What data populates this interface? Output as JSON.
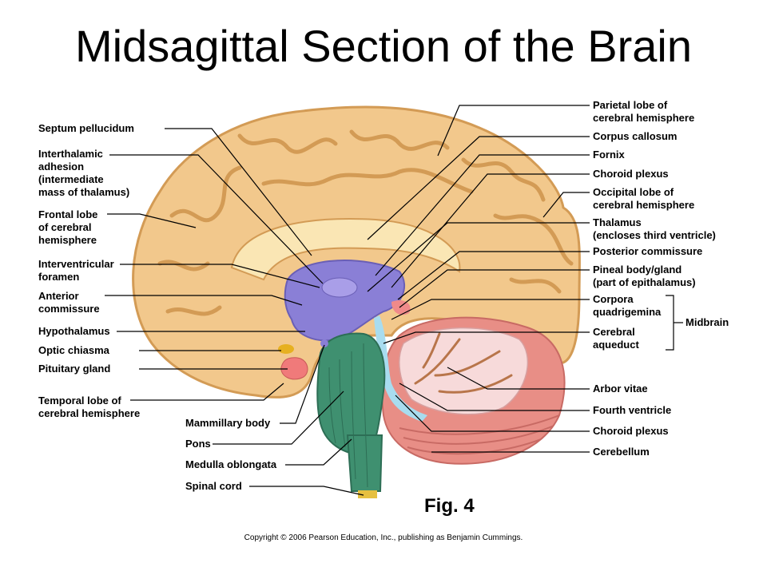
{
  "title": "Midsagittal Section of the Brain",
  "labels_left": [
    {
      "id": "septum",
      "lines": [
        "Septum pellucidum"
      ]
    },
    {
      "id": "interthalamic",
      "lines": [
        "Interthalamic",
        "adhesion",
        "(intermediate",
        "mass of thalamus)"
      ]
    },
    {
      "id": "frontal",
      "lines": [
        "Frontal lobe",
        "of cerebral",
        "hemisphere"
      ]
    },
    {
      "id": "interventricular",
      "lines": [
        "Interventricular",
        "foramen"
      ]
    },
    {
      "id": "anterior-commissure",
      "lines": [
        "Anterior",
        "commissure"
      ]
    },
    {
      "id": "hypothalamus",
      "lines": [
        "Hypothalamus"
      ]
    },
    {
      "id": "optic-chiasma",
      "lines": [
        "Optic chiasma"
      ]
    },
    {
      "id": "pituitary",
      "lines": [
        "Pituitary gland"
      ]
    },
    {
      "id": "temporal",
      "lines": [
        "Temporal lobe of",
        "cerebral hemisphere"
      ]
    },
    {
      "id": "mammillary",
      "lines": [
        "Mammillary body"
      ]
    },
    {
      "id": "pons",
      "lines": [
        "Pons"
      ]
    },
    {
      "id": "medulla",
      "lines": [
        "Medulla oblongata"
      ]
    },
    {
      "id": "spinal-cord",
      "lines": [
        "Spinal cord"
      ]
    }
  ],
  "labels_right": [
    {
      "id": "parietal",
      "lines": [
        "Parietal lobe of",
        "cerebral hemisphere"
      ]
    },
    {
      "id": "corpus-callosum",
      "lines": [
        "Corpus callosum"
      ]
    },
    {
      "id": "fornix",
      "lines": [
        "Fornix"
      ]
    },
    {
      "id": "choroid-plexus-upper",
      "lines": [
        "Choroid plexus"
      ]
    },
    {
      "id": "occipital",
      "lines": [
        "Occipital lobe of",
        "cerebral hemisphere"
      ]
    },
    {
      "id": "thalamus",
      "lines": [
        "Thalamus",
        "(encloses third ventricle)"
      ]
    },
    {
      "id": "posterior-commissure",
      "lines": [
        "Posterior commissure"
      ]
    },
    {
      "id": "pineal",
      "lines": [
        "Pineal body/gland",
        "(part of epithalamus)"
      ]
    },
    {
      "id": "corpora",
      "lines": [
        "Corpora",
        "quadrigemina"
      ]
    },
    {
      "id": "aqueduct",
      "lines": [
        "Cerebral",
        "aqueduct"
      ]
    },
    {
      "id": "arbor-vitae",
      "lines": [
        "Arbor vitae"
      ]
    },
    {
      "id": "fourth-ventricle",
      "lines": [
        "Fourth ventricle"
      ]
    },
    {
      "id": "choroid-plexus-lower",
      "lines": [
        "Choroid plexus"
      ]
    },
    {
      "id": "cerebellum",
      "lines": [
        "Cerebellum"
      ]
    }
  ],
  "bracket_label": "Midbrain",
  "figure_label": "Fig. 4",
  "copyright": "Copyright © 2006 Pearson Education, Inc., publishing as Benjamin Cummings.",
  "colors": {
    "cerebrum": "#f2c88c",
    "cerebrum_dark": "#d9a25c",
    "diencephalon": "#8a7fd6",
    "brainstem": "#3f9070",
    "cerebellum_outer": "#e88e86",
    "arbor": "#f7dada",
    "ventricle": "#a8dcef",
    "pituitary": "#f07a7a",
    "chiasma": "#e6b020"
  }
}
